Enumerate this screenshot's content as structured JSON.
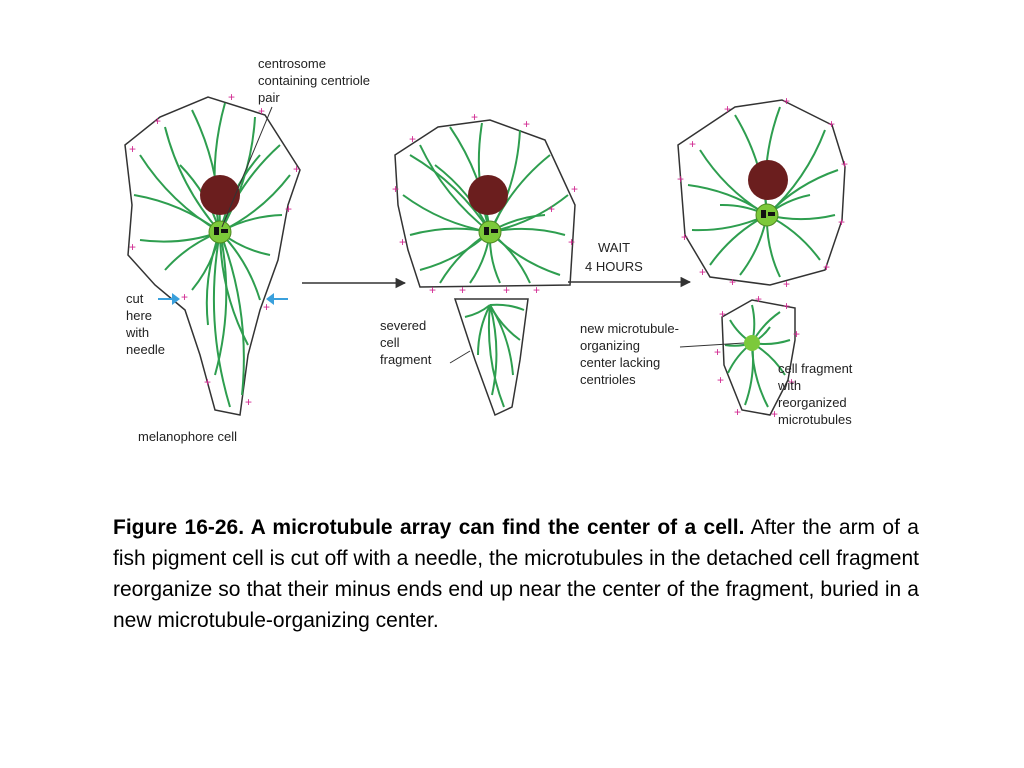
{
  "diagram": {
    "labels": {
      "centrosome": [
        "centrosome",
        "containing centriole",
        "pair"
      ],
      "cut": [
        "cut",
        "here",
        "with",
        "needle"
      ],
      "melanophore": "melanophore cell",
      "severed": [
        "severed",
        "cell",
        "fragment"
      ],
      "wait": [
        "WAIT",
        "4 HOURS"
      ],
      "new_mtoc": [
        "new microtubule-",
        "organizing",
        "center lacking",
        "centrioles"
      ],
      "reorganized": [
        "cell fragment",
        "with",
        "reorganized",
        "microtubules"
      ]
    },
    "plus_sign": "+",
    "colors": {
      "microtubule": "#2e9e4f",
      "plus_end": "#d0268f",
      "nucleus": "#6b1e1e",
      "centrosome": "#7cc93a",
      "cut_arrow": "#3aa0dc",
      "outline": "#333333"
    }
  },
  "caption": {
    "title": "Figure 16-26. A microtubule array can find the center of a cell.",
    "body": "After the arm of a fish pigment cell is cut off with a needle, the microtubules in the detached cell fragment reorganize so that their minus ends end up near the center of the fragment, buried in a new microtubule-organizing center."
  }
}
